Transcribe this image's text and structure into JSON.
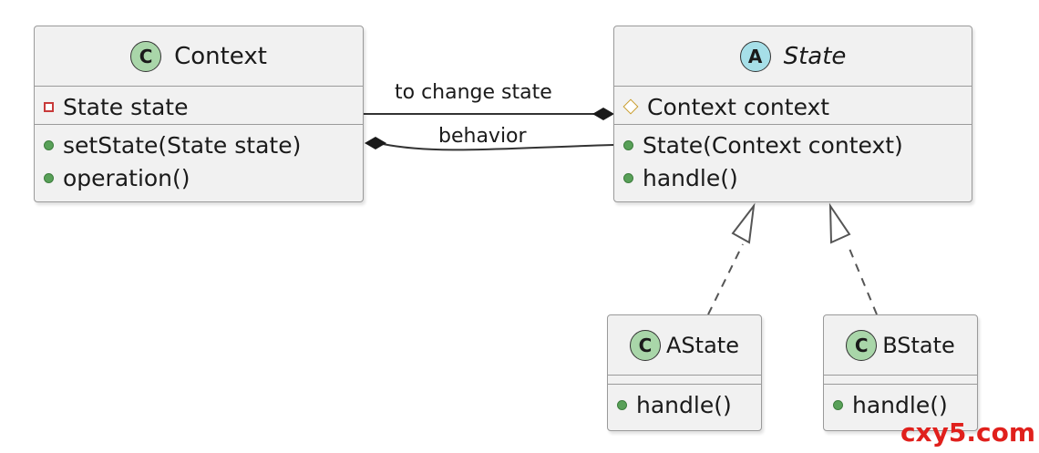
{
  "classes": {
    "context": {
      "badge": "C",
      "name": "Context",
      "attributes": [
        {
          "visibility": "private",
          "text": "State state"
        }
      ],
      "methods": [
        {
          "visibility": "public",
          "text": "setState(State state)"
        },
        {
          "visibility": "public",
          "text": "operation()"
        }
      ]
    },
    "state": {
      "badge": "A",
      "name": "State",
      "abstract": true,
      "attributes": [
        {
          "visibility": "protected",
          "text": "Context context"
        }
      ],
      "methods": [
        {
          "visibility": "public",
          "text": "State(Context context)"
        },
        {
          "visibility": "public",
          "text": "handle()"
        }
      ]
    },
    "astate": {
      "badge": "C",
      "name": "AState",
      "methods": [
        {
          "visibility": "public",
          "text": "handle()"
        }
      ]
    },
    "bstate": {
      "badge": "C",
      "name": "BState",
      "methods": [
        {
          "visibility": "public",
          "text": "handle()"
        }
      ]
    }
  },
  "relations": {
    "to_change_state": "to change state",
    "behavior": "behavior"
  },
  "watermark": "cxy5.com",
  "colors": {
    "class_fill": "#f1f1f1",
    "class_badge": "#a9d6a9",
    "abstract_badge": "#a6dfe8",
    "public_marker": "#58a058",
    "private_marker": "#c83a3a",
    "protected_marker": "#c89b2a",
    "watermark": "#e0201c"
  }
}
